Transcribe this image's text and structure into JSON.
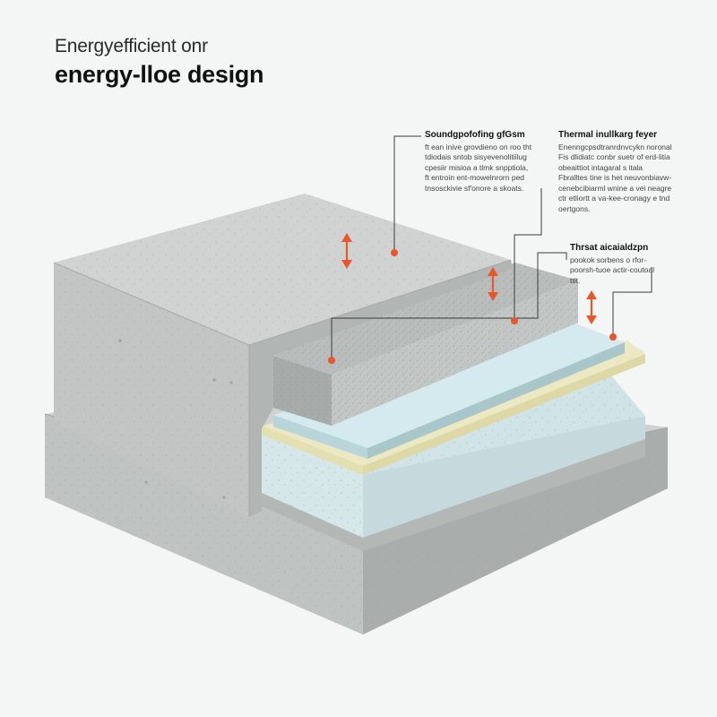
{
  "header": {
    "subtitle": "Energyefficient onr",
    "title": "energy-lloe design"
  },
  "callouts": [
    {
      "heading": "Soundgpofofing gfGsm",
      "lines": [
        "ft ean inive grovdieno on roo tht",
        "tdiodais sntob sisyevenolitiilug",
        "cpesiir misioa a tlmk snpptiola,",
        "ft entroin ent-mowelnrorn ped",
        "tnsosckivie sf'onore a skoats."
      ]
    },
    {
      "heading": "Thermal inullkarg feyer",
      "lines": [
        "Enenngcpsdtranrdnvcykn noronal",
        "Fis dlidiatc conbr suetr of erd-litia",
        "obeaittiot intagaral s itala",
        "Fbralltes tine is het neuvonbiavw-",
        "cenebcibiarml wnine a vei neagre",
        "ctr etliortt a va-kee-cronagy e tnd",
        "oertgons."
      ]
    },
    {
      "heading": "Thrsat aicaialdzpn",
      "lines": [
        "pookok sorbens o rfor-",
        "poorsh-tuoe actir-coutoal",
        "ttlt."
      ]
    }
  ],
  "colors": {
    "concrete": "#c9cccb",
    "insulation_board": "#d3e6e9",
    "membrane": "#e9e7c0",
    "marker_accent": "#e8562a"
  },
  "icons": [
    "vertical-double-arrow-icon",
    "marker-dot-icon"
  ]
}
